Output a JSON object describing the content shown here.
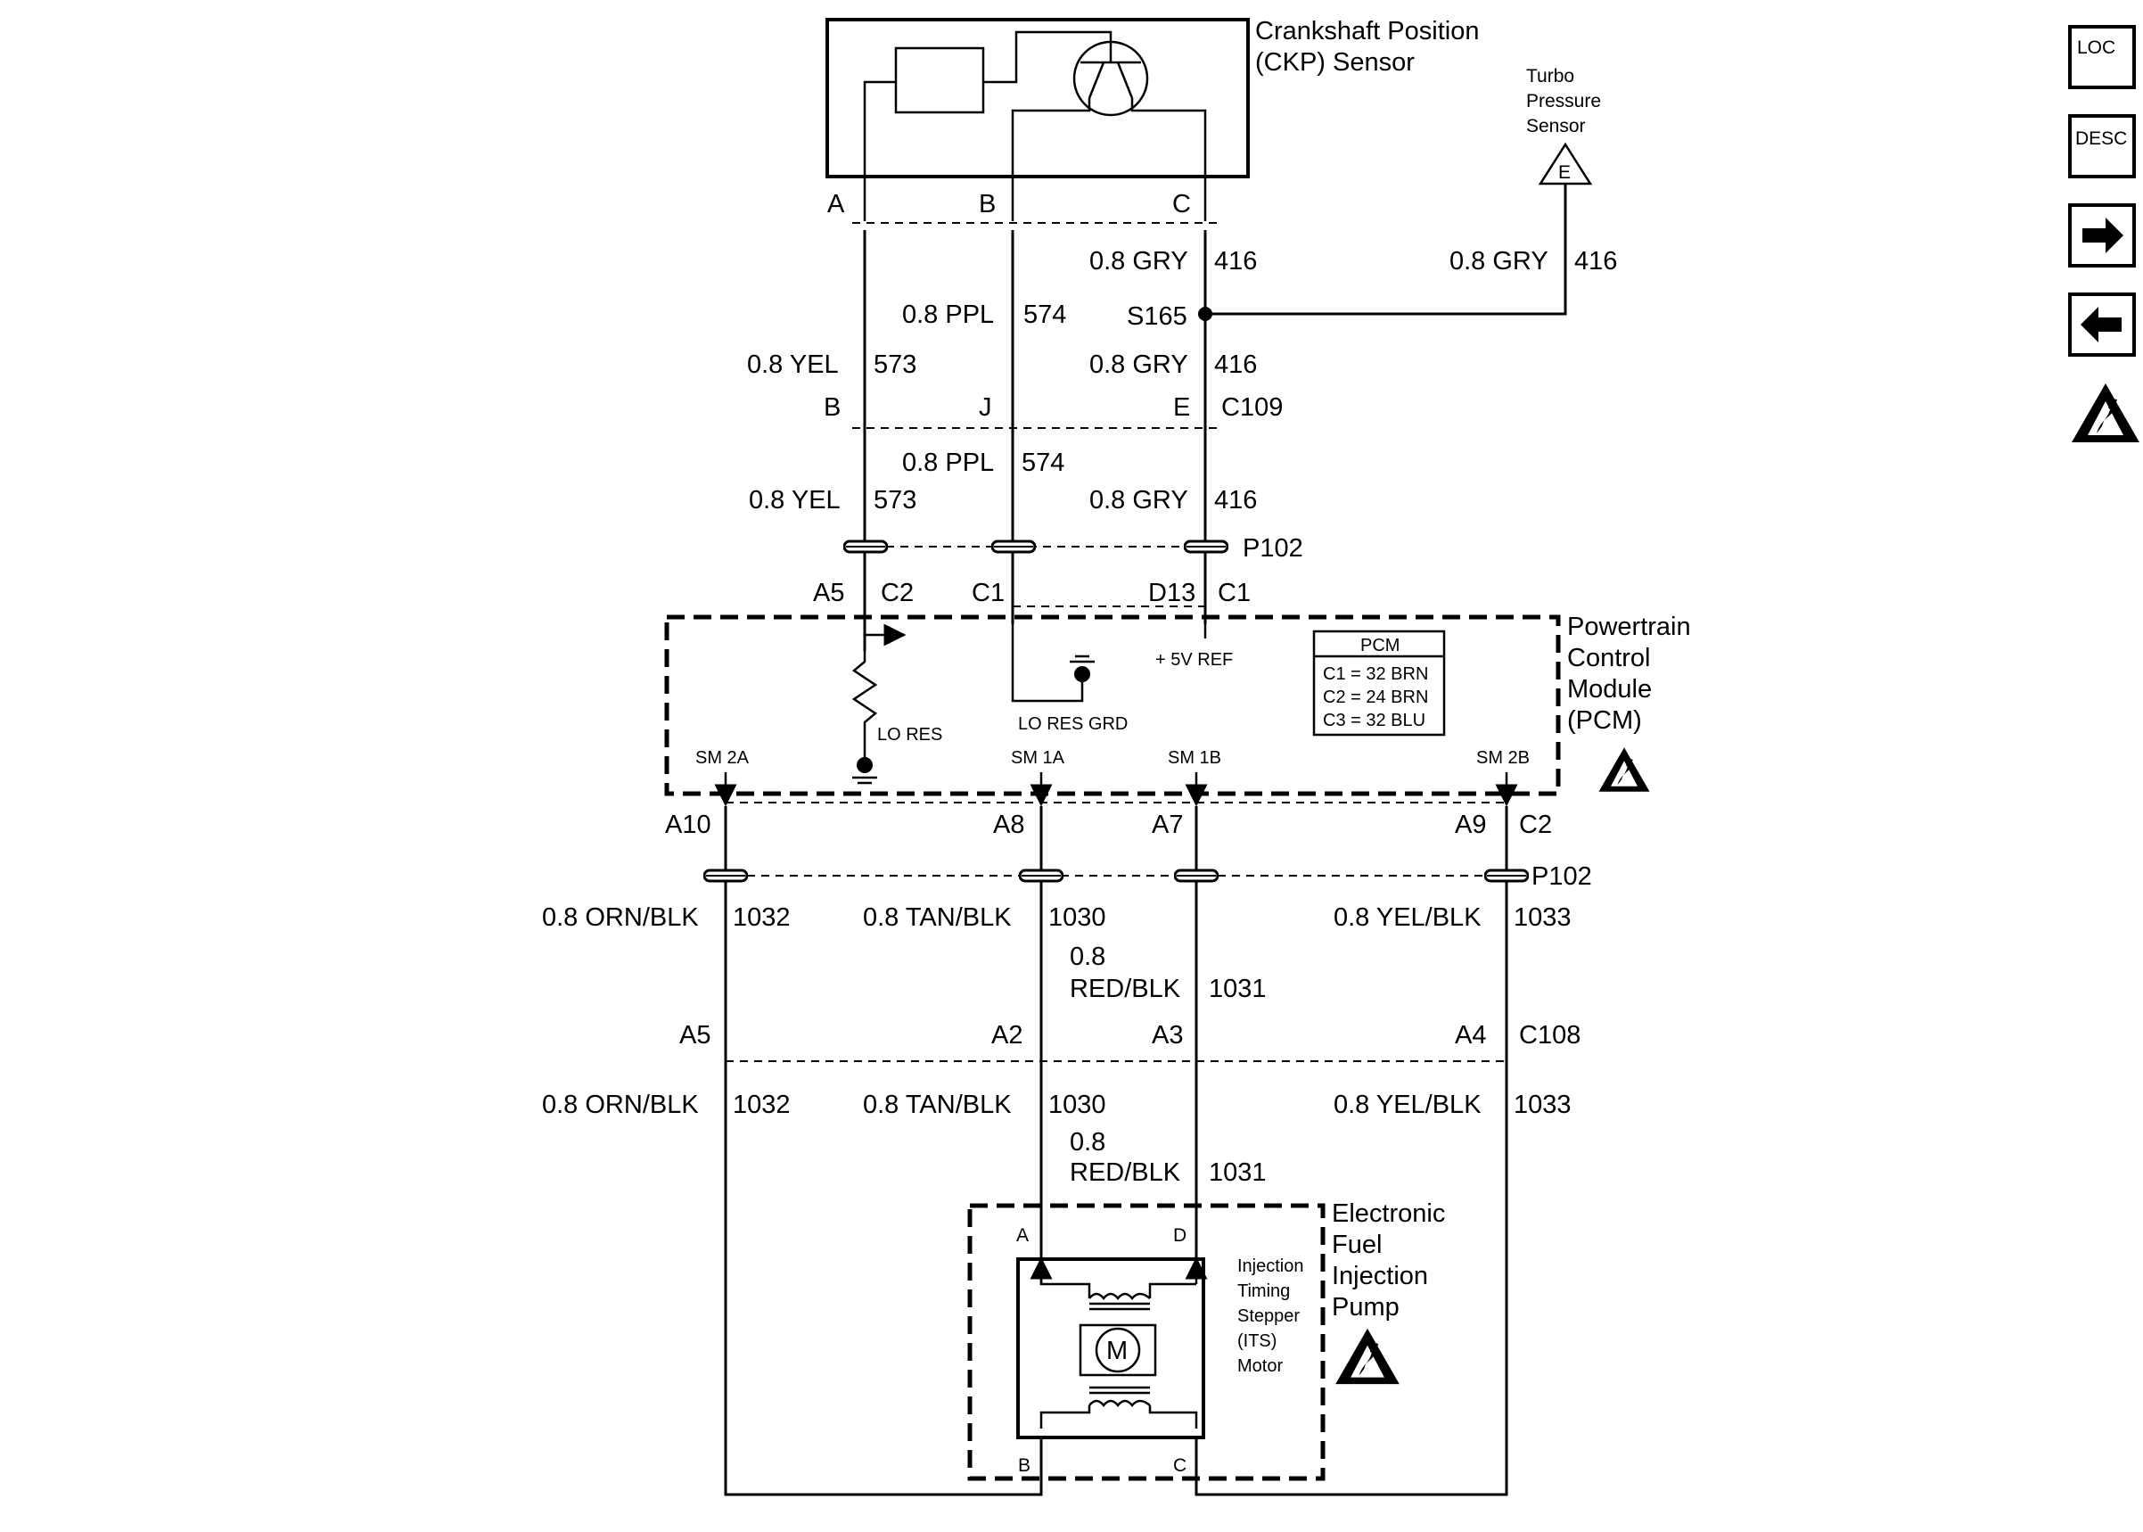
{
  "components": {
    "ckp_sensor": "Crankshaft Position (CKP) Sensor",
    "turbo_sensor": "Turbo Pressure Sensor",
    "turbo_pin": "E",
    "pcm": "Powertrain Control Module (PCM)",
    "pump": "Electronic Fuel Injection Pump",
    "its_motor": "Injection Timing Stepper (ITS) Motor",
    "motor_symbol": "M"
  },
  "ckp_pins": [
    "A",
    "B",
    "C"
  ],
  "wires_upper": {
    "gry_top": {
      "size_color": "0.8 GRY",
      "circuit": "416"
    },
    "turbo": {
      "size_color": "0.8 GRY",
      "circuit": "416"
    },
    "splice": "S165",
    "ppl_top": {
      "size_color": "0.8 PPL",
      "circuit": "574"
    },
    "yel_mid": {
      "size_color": "0.8 YEL",
      "circuit": "573"
    },
    "gry_mid": {
      "size_color": "0.8 GRY",
      "circuit": "416"
    },
    "ppl_low": {
      "size_color": "0.8 PPL",
      "circuit": "574"
    },
    "yel_low": {
      "size_color": "0.8 YEL",
      "circuit": "573"
    },
    "gry_low": {
      "size_color": "0.8 GRY",
      "circuit": "416"
    }
  },
  "c109": {
    "pins": [
      "B",
      "J",
      "E"
    ],
    "name": "C109"
  },
  "p102": "P102",
  "pcm_top_pins": {
    "a5": "A5",
    "c2": "C2",
    "c1a": "C1",
    "d13": "D13",
    "c1b": "C1"
  },
  "pcm_internal": {
    "lo_res": "LO RES",
    "lo_res_grd": "LO RES GRD",
    "ref": "+ 5V REF",
    "sm2a": "SM 2A",
    "sm1a": "SM 1A",
    "sm1b": "SM 1B",
    "sm2b": "SM 2B"
  },
  "pcm_connector_table": {
    "title": "PCM",
    "rows": [
      "C1 = 32 BRN",
      "C2 = 24 BRN",
      "C3 = 32 BLU"
    ]
  },
  "pcm_bottom_pins": {
    "a10": "A10",
    "a8": "A8",
    "a7": "A7",
    "a9": "A9",
    "conn": "C2"
  },
  "wires_lower": {
    "orn": {
      "size_color": "0.8 ORN/BLK",
      "circuit": "1032"
    },
    "tan": {
      "size_color": "0.8 TAN/BLK",
      "circuit": "1030"
    },
    "red_size": "0.8",
    "red": {
      "size_color": "RED/BLK",
      "circuit": "1031"
    },
    "yel": {
      "size_color": "0.8 YEL/BLK",
      "circuit": "1033"
    }
  },
  "c108": {
    "pins": [
      "A5",
      "A2",
      "A3",
      "A4"
    ],
    "name": "C108"
  },
  "pump_pins": [
    "A",
    "D",
    "B",
    "C"
  ],
  "nav": {
    "loc": "LOC",
    "desc": "DESC",
    "next": "next-arrow-icon",
    "prev": "previous-arrow-icon",
    "esd": "esd-warning-icon"
  }
}
